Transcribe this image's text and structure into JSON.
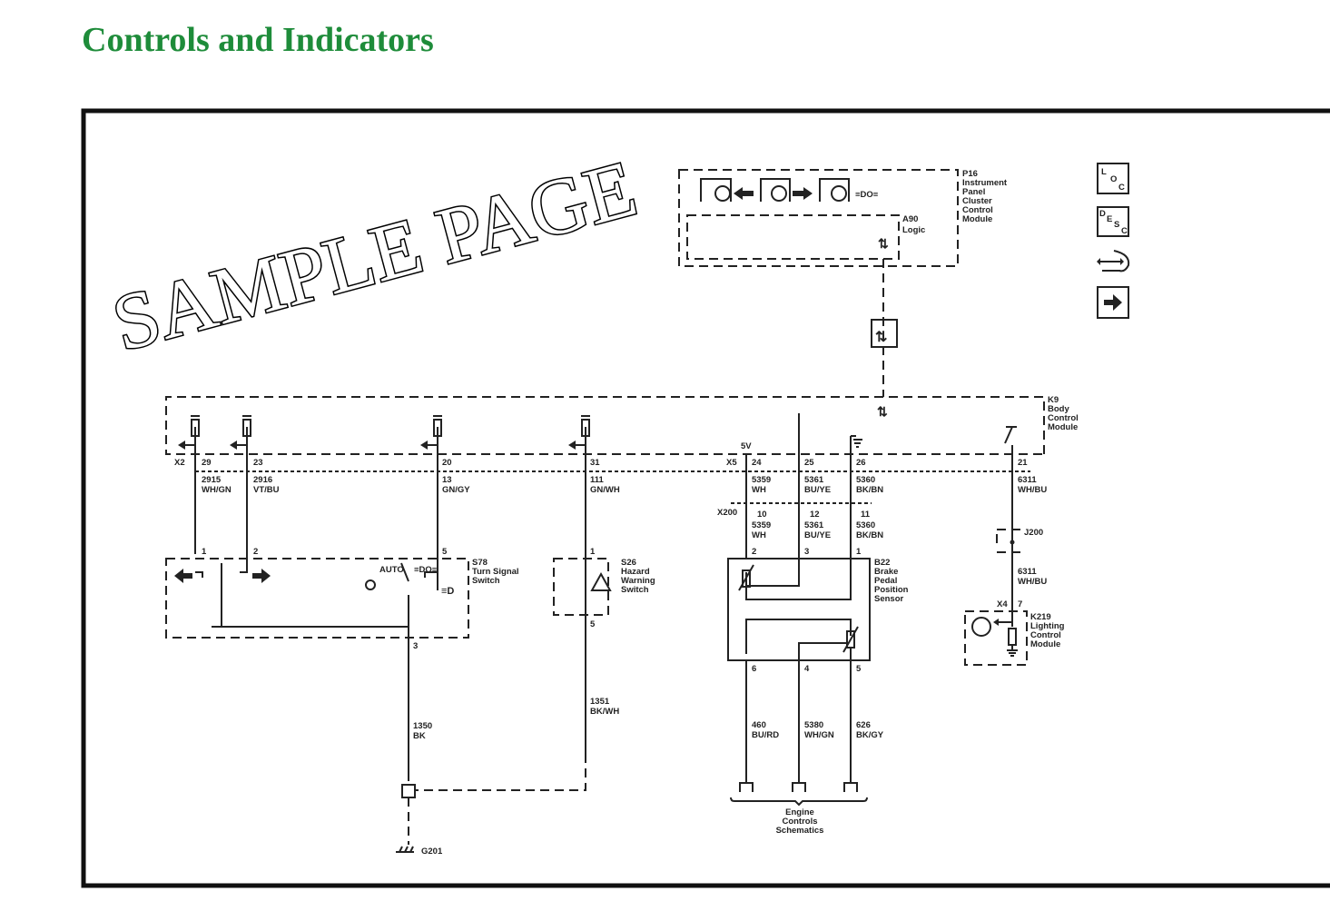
{
  "title": "Controls and Indicators",
  "watermark": "SAMPLE PAGE",
  "p16": [
    "P16",
    "Instrument",
    "Panel",
    "Cluster",
    "Control",
    "Module"
  ],
  "a90": [
    "A90",
    "Logic"
  ],
  "k9": [
    "K9",
    "Body",
    "Control",
    "Module"
  ],
  "s78": [
    "S78",
    "Turn Signal",
    "Switch"
  ],
  "s26": [
    "S26",
    "Hazard",
    "Warning",
    "Switch"
  ],
  "b22": [
    "B22",
    "Brake",
    "Pedal",
    "Position",
    "Sensor"
  ],
  "k219": [
    "K219",
    "Lighting",
    "Control",
    "Module"
  ],
  "j200": "J200",
  "g201": "G201",
  "engine": [
    "Engine",
    "Controls",
    "Schematics"
  ],
  "auto": "AUTO",
  "v5": "5V",
  "connectors": {
    "x2": "X2",
    "x5": "X5",
    "x4": "X4",
    "x200": "X200"
  },
  "k9_pins": [
    "29",
    "23",
    "20",
    "31",
    "24",
    "25",
    "26",
    "21"
  ],
  "k9_wires": [
    [
      "2915",
      "WH/GN"
    ],
    [
      "2916",
      "VT/BU"
    ],
    [
      "13",
      "GN/GY"
    ],
    [
      "111",
      "GN/WH"
    ],
    [
      "5359",
      "WH"
    ],
    [
      "5361",
      "BU/YE"
    ],
    [
      "5360",
      "BK/BN"
    ],
    [
      "6311",
      "WH/BU"
    ]
  ],
  "s78_pins": [
    "1",
    "2",
    "5",
    "3"
  ],
  "s26_pins": [
    "1",
    "5"
  ],
  "x200_pins": [
    "10",
    "12",
    "11"
  ],
  "x200_wires": [
    [
      "5359",
      "WH"
    ],
    [
      "5361",
      "BU/YE"
    ],
    [
      "5360",
      "BK/BN"
    ]
  ],
  "b22_pins_top": [
    "2",
    "3",
    "1"
  ],
  "b22_pins_bottom": [
    "6",
    "4",
    "5"
  ],
  "b22_wires": [
    [
      "460",
      "BU/RD"
    ],
    [
      "5380",
      "WH/GN"
    ],
    [
      "626",
      "BK/GY"
    ]
  ],
  "ground_wires": [
    [
      "1350",
      "BK"
    ],
    [
      "1351",
      "BK/WH"
    ]
  ],
  "j200_wire": [
    "6311",
    "WH/BU"
  ],
  "x4_pin": "7",
  "icons": {
    "loc": [
      "L",
      "O",
      "C"
    ],
    "desc": [
      "D",
      "E",
      "S",
      "C"
    ]
  }
}
